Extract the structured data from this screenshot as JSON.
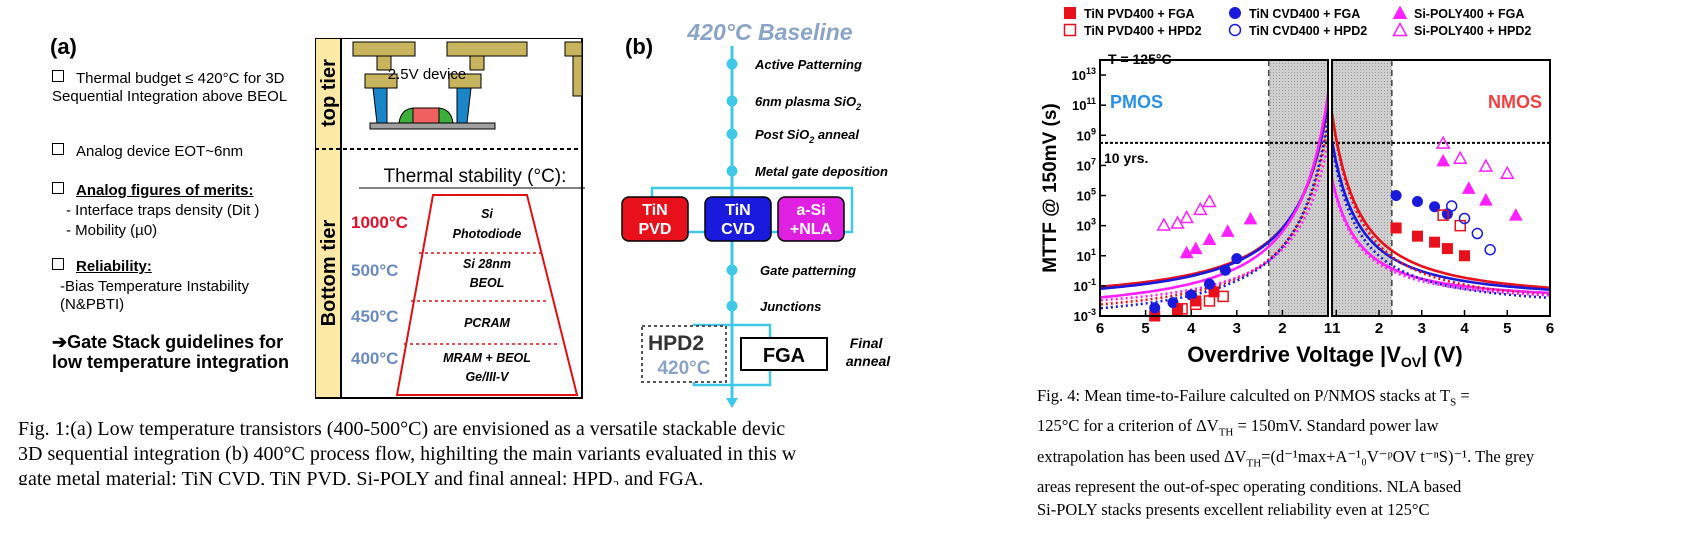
{
  "panel_a": {
    "label": "(a)",
    "bullets": [
      {
        "text": "Thermal budget ≤ 420°C for 3D Sequential Integration above BEOL"
      },
      {
        "text": "Analog device EOT~6nm"
      },
      {
        "heading": "Analog figures of merits:",
        "sub": [
          "- Interface traps density (Dit )",
          "- Mobility (µ0)"
        ]
      },
      {
        "heading": "Reliability:",
        "sub": [
          "-Bias Temperature Instability (N&PBTI)"
        ]
      }
    ],
    "guideline": "➔Gate Stack guidelines for low temperature integration",
    "stack": {
      "top_tier": "top tier",
      "bottom_tier": "Bottom tier",
      "device_label": "2.5V device",
      "thermal_title": "Thermal stability (°C):",
      "levels": [
        {
          "temp": "1000°C",
          "layer": "Si Photodiode",
          "color": "#e0102a"
        },
        {
          "temp": "500°C",
          "layer": "Si 28nm BEOL",
          "color": "#6a8ac0"
        },
        {
          "temp": "450°C",
          "layer": "PCRAM",
          "color": "#6a8ac0"
        },
        {
          "temp": "400°C",
          "layer": "MRAM + BEOL Ge/III-V",
          "color": "#6a8ac0"
        }
      ]
    }
  },
  "panel_b": {
    "label": "(b)",
    "title": "420°C Baseline",
    "steps": [
      "Active Patterning",
      "6nm plasma SiO2",
      "Post SiO2 anneal",
      "Metal gate deposition"
    ],
    "gates": [
      {
        "line1": "TiN",
        "line2": "PVD",
        "color": "#e8101a"
      },
      {
        "line1": "TiN",
        "line2": "CVD",
        "color": "#1a1adc"
      },
      {
        "line1": "a-Si",
        "line2": "+NLA",
        "color": "#e020e0"
      }
    ],
    "steps2": [
      "Gate patterning",
      "Junctions"
    ],
    "anneal_hpd": "HPD2",
    "anneal_hpd_temp": "420°C",
    "anneal_fga": "FGA",
    "final_anneal": "Final anneal"
  },
  "fig1_caption": [
    "Fig. 1:(a) Low temperature transistors (400-500°C) are envisioned as a versatile stackable devic",
    "3D sequential integration (b) 400°C process flow, highilting the main variants evaluated in this w",
    "gate metal material: TiN CVD, TiN PVD, Si-POLY and final anneal: HPD₂ and FGA."
  ],
  "chart_data": {
    "type": "scatter",
    "ylabel": "MTTF @ 150mV (s)",
    "xlabel": "Overdrive Voltage |VOV| (V)",
    "annotation_T": "T = 125°C",
    "annotation_10yrs": "10 yrs.",
    "pmos_label": "PMOS",
    "nmos_label": "NMOS",
    "yscale": "log",
    "ylim": [
      0.001,
      100000000000000
    ],
    "yticks": [
      "10-3",
      "10-1",
      "101",
      "103",
      "105",
      "107",
      "109",
      "1011",
      "1013"
    ],
    "pmos_xticks": [
      "6",
      "5",
      "4",
      "3",
      "2",
      "1"
    ],
    "nmos_xticks": [
      "1",
      "2",
      "3",
      "4",
      "5",
      "6"
    ],
    "ten_years": 315360000,
    "spec_limit": 2.3,
    "legend": [
      {
        "name": "TiN PVD400 + FGA",
        "color": "#e8101a",
        "marker": "square",
        "filled": true
      },
      {
        "name": "TiN CVD400 + FGA",
        "color": "#1a1adc",
        "marker": "circle",
        "filled": true
      },
      {
        "name": "Si-POLY400 + FGA",
        "color": "#ff20ff",
        "marker": "triangle",
        "filled": true
      },
      {
        "name": "TiN PVD400 + HPD2",
        "color": "#e8101a",
        "marker": "square",
        "filled": false
      },
      {
        "name": "TiN CVD400 + HPD2",
        "color": "#1a1adc",
        "marker": "circle",
        "filled": false
      },
      {
        "name": "Si-POLY400 + HPD2",
        "color": "#ff20ff",
        "marker": "triangle",
        "filled": false
      }
    ],
    "series": [
      {
        "legend": 0,
        "side": "pmos",
        "x": [
          4.8,
          4.3,
          3.9,
          3.5
        ],
        "y": [
          0.001,
          0.0025,
          0.01,
          0.04
        ]
      },
      {
        "legend": 1,
        "side": "pmos",
        "x": [
          4.8,
          4.4,
          4.0,
          3.6,
          3.25,
          3.0
        ],
        "y": [
          0.0035,
          0.0078,
          0.025,
          0.13,
          1.1,
          6.5
        ]
      },
      {
        "legend": 2,
        "side": "pmos",
        "x": [
          4.1,
          3.9,
          3.6,
          3.2,
          2.7
        ],
        "y": [
          16,
          30,
          120,
          420,
          2800
        ]
      },
      {
        "legend": 3,
        "side": "pmos",
        "x": [
          4.2,
          3.9,
          3.6,
          3.3
        ],
        "y": [
          0.003,
          0.006,
          0.01,
          0.02
        ]
      },
      {
        "legend": 5,
        "side": "pmos",
        "x": [
          4.6,
          4.3,
          4.1,
          3.8,
          3.6
        ],
        "y": [
          1100,
          1500,
          3500,
          12000,
          40000
        ]
      },
      {
        "legend": 0,
        "side": "nmos",
        "x": [
          2.4,
          2.9,
          3.3,
          3.6,
          4.0
        ],
        "y": [
          700,
          200,
          80,
          30,
          10
        ]
      },
      {
        "legend": 1,
        "side": "nmos",
        "x": [
          2.4,
          2.9,
          3.3,
          3.6
        ],
        "y": [
          100000,
          40000,
          18000,
          6000
        ]
      },
      {
        "legend": 2,
        "side": "nmos",
        "x": [
          3.5,
          4.1,
          4.5,
          5.2
        ],
        "y": [
          20000000,
          300000,
          50000,
          5000
        ]
      },
      {
        "legend": 3,
        "side": "nmos",
        "x": [
          3.5,
          3.9
        ],
        "y": [
          5000,
          1000
        ]
      },
      {
        "legend": 4,
        "side": "nmos",
        "x": [
          3.7,
          4.0,
          4.3,
          4.6
        ],
        "y": [
          20000,
          3000,
          300,
          25
        ]
      },
      {
        "legend": 5,
        "side": "nmos",
        "x": [
          3.5,
          3.9,
          4.5,
          5.0
        ],
        "y": [
          300000000,
          30000000,
          9000000,
          3000000
        ]
      }
    ]
  },
  "fig4_caption": {
    "line1": "Fig. 4: Mean time-to-Failure calculted on P/NMOS stacks at T",
    "line1_sub": "S",
    "line1_end": " =",
    "line2": "125°C for a criterion of ΔV",
    "line2_sub": "TH",
    "line2_end": " = 150mV. Standard power law",
    "line3": "extrapolation has been used ΔV",
    "line3_sub": "TH",
    "line3_formula": "=(d⁻¹max+A⁻¹₀V⁻ᵖOV t⁻ⁿS)⁻¹",
    "line3_end": ". The grey",
    "line4": "areas represent the out-of-spec operating conditions. NLA based",
    "line5": "Si-POLY stacks presents excellent reliability even at 125°C"
  }
}
